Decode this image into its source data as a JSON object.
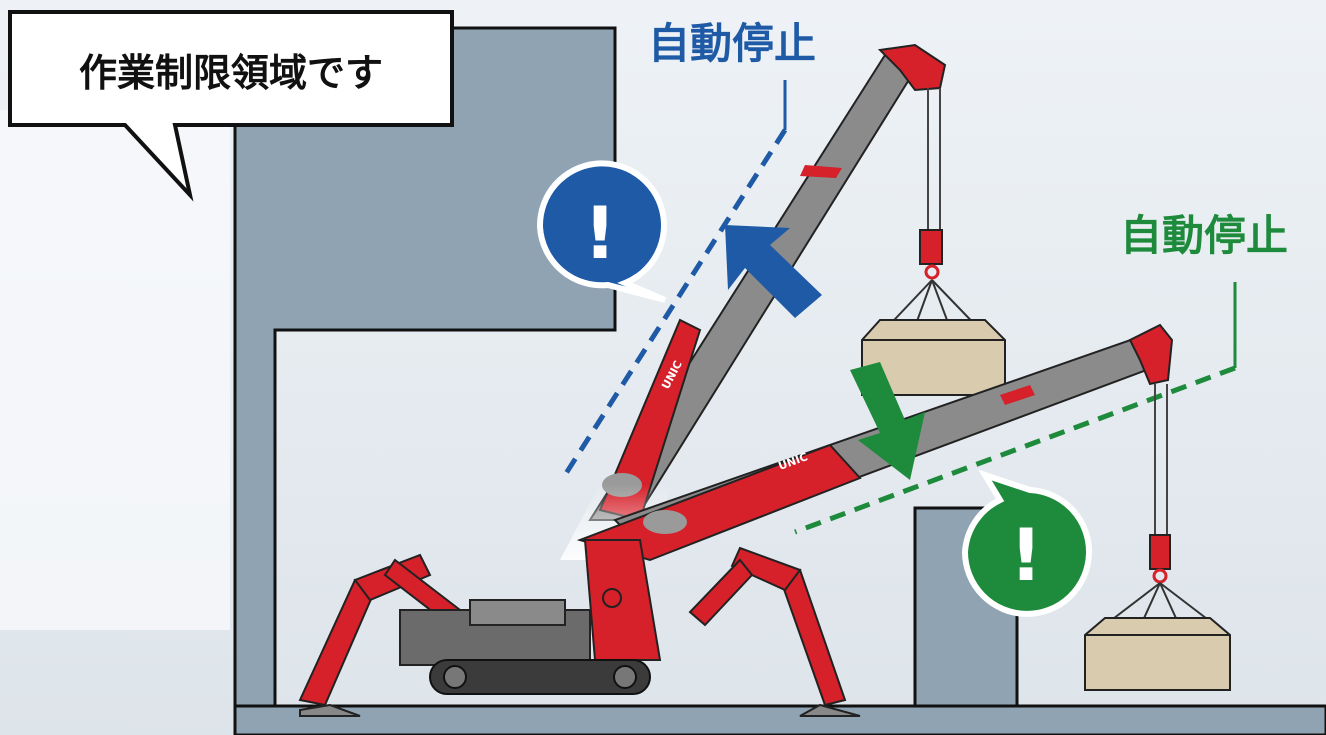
{
  "callout": {
    "text": "作業制限領域です"
  },
  "stop_labels": {
    "upper": "自動停止",
    "lower": "自動停止"
  },
  "alerts": {
    "upper_symbol": "!",
    "lower_symbol": "!"
  },
  "boom_brand": {
    "raised": "UNIC",
    "lowered": "UNIC"
  },
  "colors": {
    "upper_limit": "#1f5aa6",
    "lower_limit": "#1e8a3c",
    "wall": "#8fa3b3",
    "crane_red": "#d6202a",
    "load": "#d9cbad"
  }
}
